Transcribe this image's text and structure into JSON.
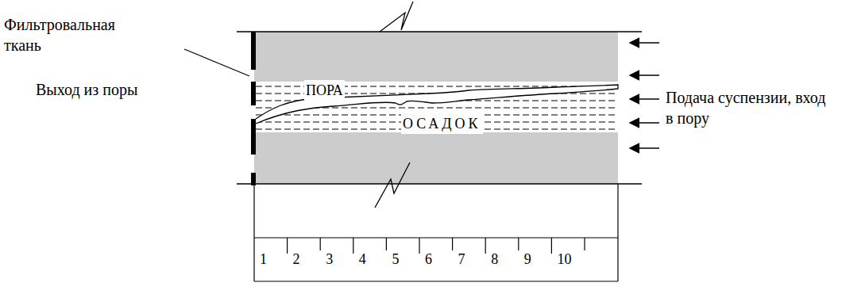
{
  "diagram": {
    "labels": [
      "Фильтровальная ткань",
      "Выход из поры",
      "ПОРА",
      "ОСАДОК",
      "Подача суспензии, вход в пору",
      "1",
      "2",
      "3",
      "4",
      "5",
      "6",
      "7",
      "8",
      "9",
      "10"
    ]
  }
}
